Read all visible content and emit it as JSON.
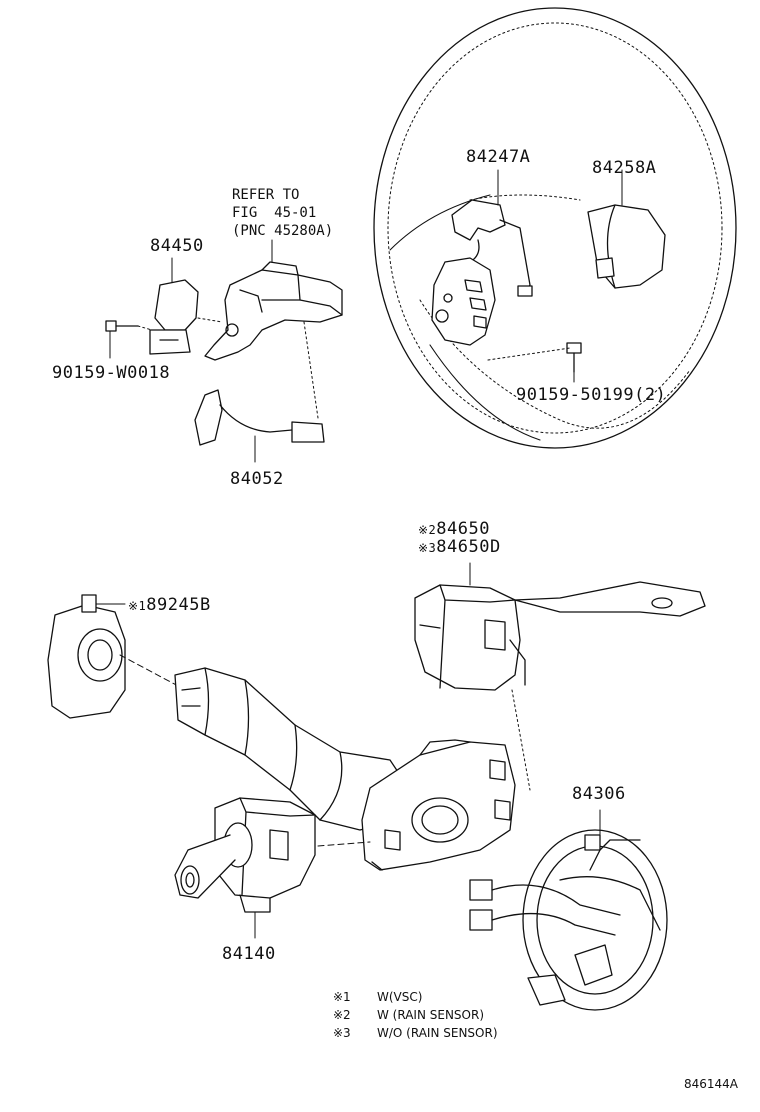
{
  "parts": {
    "p84247A": "84247A",
    "p84258A": "84258A",
    "p84450": "84450",
    "p90159W0018": "90159-W0018",
    "p84052": "84052",
    "p9015950199": "90159-50199(2)",
    "p84650": "84650",
    "p84650D": "84650D",
    "p89245B": "89245B",
    "p84306": "84306",
    "p84140": "84140"
  },
  "refer": {
    "line1": "REFER TO",
    "line2": "FIG  45-01",
    "line3": "(PNC 45280A)"
  },
  "markers": {
    "m1": "※1",
    "m2": "※2",
    "m3": "※3"
  },
  "legend": [
    {
      "mark": "※1",
      "text": "W(VSC)"
    },
    {
      "mark": "※2",
      "text": "W (RAIN SENSOR)"
    },
    {
      "mark": "※3",
      "text": "W/O (RAIN SENSOR)"
    }
  ],
  "figure_code": "846144A"
}
